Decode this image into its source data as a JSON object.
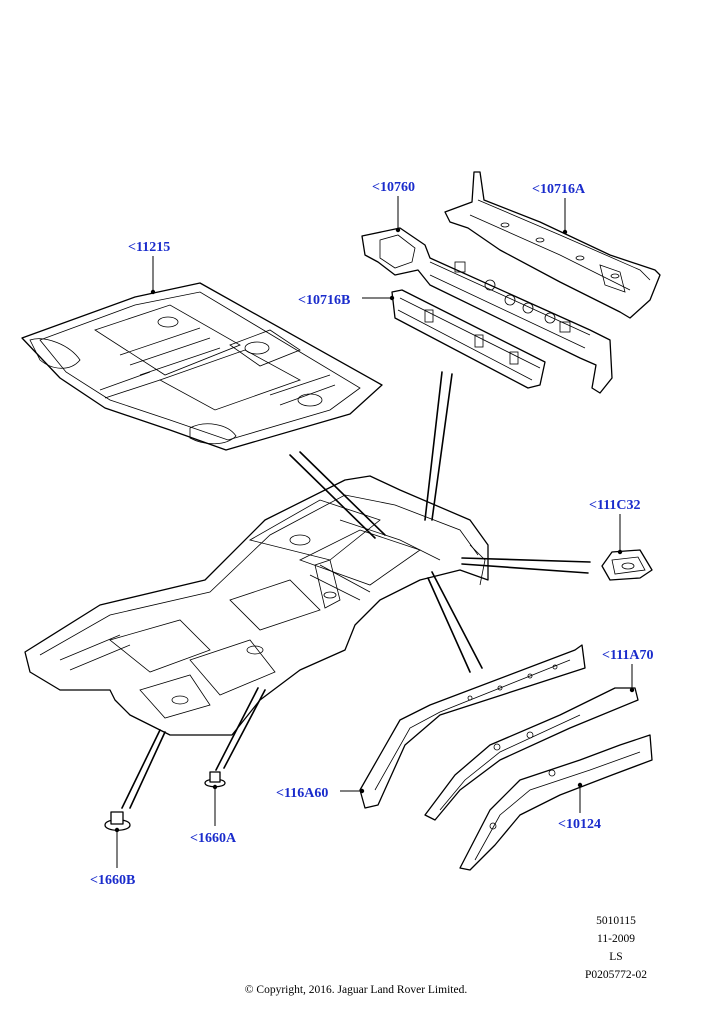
{
  "callouts": {
    "c11215": "<11215",
    "c10760": "<10760",
    "c10716A": "<10716A",
    "c10716B": "<10716B",
    "c111C32": "<111C32",
    "c111A70": "<111A70",
    "c116A60": "<116A60",
    "c10124": "<10124",
    "c1660A": "<1660A",
    "c1660B": "<1660B"
  },
  "footer": {
    "code1": "5010115",
    "date": "11-2009",
    "model": "LS",
    "ref": "P0205772-02",
    "copyright": "© Copyright, 2016. Jaguar Land Rover Limited."
  },
  "colors": {
    "callout": "#1a2ccc",
    "line": "#000000"
  }
}
